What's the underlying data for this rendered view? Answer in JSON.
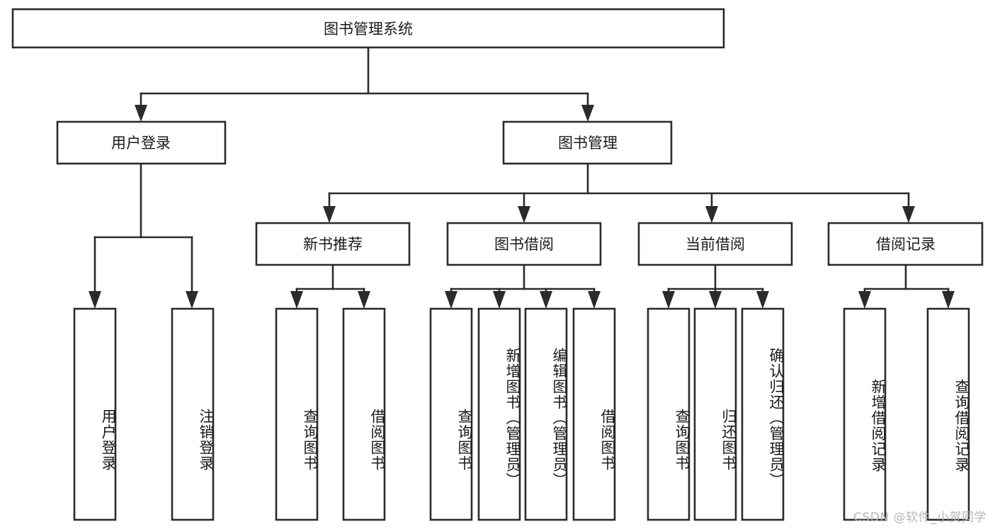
{
  "diagram": {
    "type": "tree-hierarchy",
    "orientation": "top-down",
    "title_node": {
      "id": "root",
      "label": "图书管理系统",
      "text_direction": "horizontal"
    },
    "level2": [
      {
        "id": "user-login",
        "label": "用户登录",
        "text_direction": "horizontal"
      },
      {
        "id": "book-manage",
        "label": "图书管理",
        "text_direction": "horizontal"
      }
    ],
    "level3": [
      {
        "id": "new-book-recommend",
        "label": "新书推荐",
        "parent": "book-manage",
        "text_direction": "horizontal"
      },
      {
        "id": "book-borrow",
        "label": "图书借阅",
        "parent": "book-manage",
        "text_direction": "horizontal"
      },
      {
        "id": "current-borrow",
        "label": "当前借阅",
        "parent": "book-manage",
        "text_direction": "horizontal"
      },
      {
        "id": "borrow-record",
        "label": "借阅记录",
        "parent": "book-manage",
        "text_direction": "horizontal"
      }
    ],
    "leaves": [
      {
        "id": "leaf-user-login",
        "label": "用户登录",
        "parent": "user-login",
        "text_direction": "vertical"
      },
      {
        "id": "leaf-logout",
        "label": "注销登录",
        "parent": "user-login",
        "text_direction": "vertical"
      },
      {
        "id": "leaf-query-book-1",
        "label": "查询图书",
        "parent": "new-book-recommend",
        "text_direction": "vertical"
      },
      {
        "id": "leaf-borrow-book-1",
        "label": "借阅图书",
        "parent": "new-book-recommend",
        "text_direction": "vertical"
      },
      {
        "id": "leaf-query-book-2",
        "label": "查询图书",
        "parent": "book-borrow",
        "text_direction": "vertical"
      },
      {
        "id": "leaf-add-book",
        "label": "新增图书（管理员）",
        "parent": "book-borrow",
        "text_direction": "vertical"
      },
      {
        "id": "leaf-edit-book",
        "label": "编辑图书（管理员）",
        "parent": "book-borrow",
        "text_direction": "vertical"
      },
      {
        "id": "leaf-borrow-book-2",
        "label": "借阅图书",
        "parent": "book-borrow",
        "text_direction": "vertical"
      },
      {
        "id": "leaf-query-book-3",
        "label": "查询图书",
        "parent": "current-borrow",
        "text_direction": "vertical"
      },
      {
        "id": "leaf-return-book",
        "label": "归还图书",
        "parent": "current-borrow",
        "text_direction": "vertical"
      },
      {
        "id": "leaf-confirm-return",
        "label": "确认归还（管理员）",
        "parent": "current-borrow",
        "text_direction": "vertical"
      },
      {
        "id": "leaf-add-record",
        "label": "新增借阅记录",
        "parent": "borrow-record",
        "text_direction": "vertical"
      },
      {
        "id": "leaf-query-record",
        "label": "查询借阅记录",
        "parent": "borrow-record",
        "text_direction": "vertical"
      }
    ],
    "colors": {
      "stroke": "#2b2b2b",
      "fill": "#ffffff",
      "text": "#1a1a1a",
      "watermark": "#b7b7b7",
      "background": "#ffffff"
    }
  },
  "watermark": {
    "text": "CSDN @软件_小贺同学"
  }
}
